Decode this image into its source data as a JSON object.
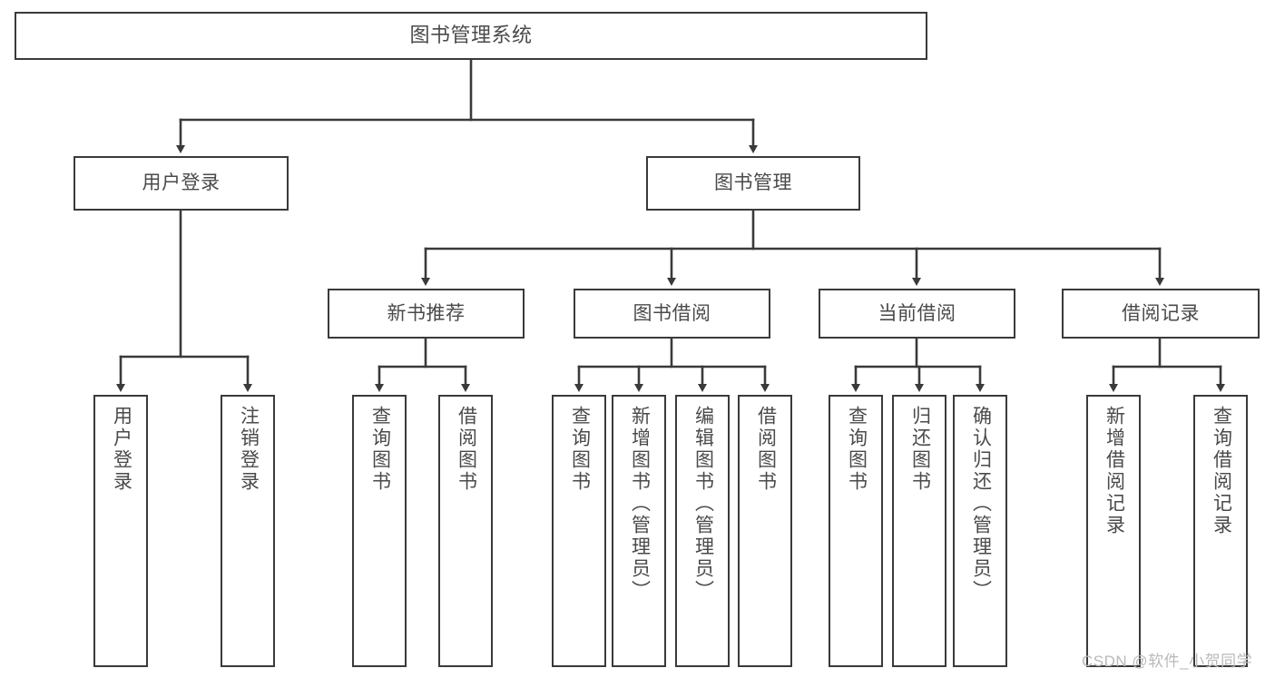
{
  "diagram": {
    "type": "tree-hierarchy",
    "title": "图书管理系统",
    "root": {
      "id": "root",
      "label": "图书管理系统"
    },
    "level2": [
      {
        "id": "user-login",
        "label": "用户登录"
      },
      {
        "id": "book-manage",
        "label": "图书管理"
      }
    ],
    "level3": [
      {
        "id": "new-book-recommend",
        "label": "新书推荐"
      },
      {
        "id": "book-borrow",
        "label": "图书借阅"
      },
      {
        "id": "current-borrow",
        "label": "当前借阅"
      },
      {
        "id": "borrow-record",
        "label": "借阅记录"
      }
    ],
    "leaves": {
      "user_login": [
        {
          "id": "leaf-user-login",
          "label": "用户登录"
        },
        {
          "id": "leaf-logout-login",
          "label": "注销登录"
        }
      ],
      "new_book_recommend": [
        {
          "id": "leaf-query-book-1",
          "label": "查询图书"
        },
        {
          "id": "leaf-borrow-book-1",
          "label": "借阅图书"
        }
      ],
      "book_borrow": [
        {
          "id": "leaf-query-book-2",
          "label": "查询图书"
        },
        {
          "id": "leaf-add-book",
          "label": "新增图书（管理员）"
        },
        {
          "id": "leaf-edit-book",
          "label": "编辑图书（管理员）"
        },
        {
          "id": "leaf-borrow-book-2",
          "label": "借阅图书"
        }
      ],
      "current_borrow": [
        {
          "id": "leaf-query-book-3",
          "label": "查询图书"
        },
        {
          "id": "leaf-return-book",
          "label": "归还图书"
        },
        {
          "id": "leaf-confirm-return",
          "label": "确认归还（管理员）"
        }
      ],
      "borrow_record": [
        {
          "id": "leaf-add-borrow-record",
          "label": "新增借阅记录"
        },
        {
          "id": "leaf-query-borrow-record",
          "label": "查询借阅记录"
        }
      ]
    }
  },
  "watermark": {
    "text": "CSDN @软件_小贺同学"
  },
  "colors": {
    "stroke": "#3a3a3a",
    "text": "#4a4a4a",
    "background": "#ffffff",
    "watermark": "#b9b9b9"
  }
}
